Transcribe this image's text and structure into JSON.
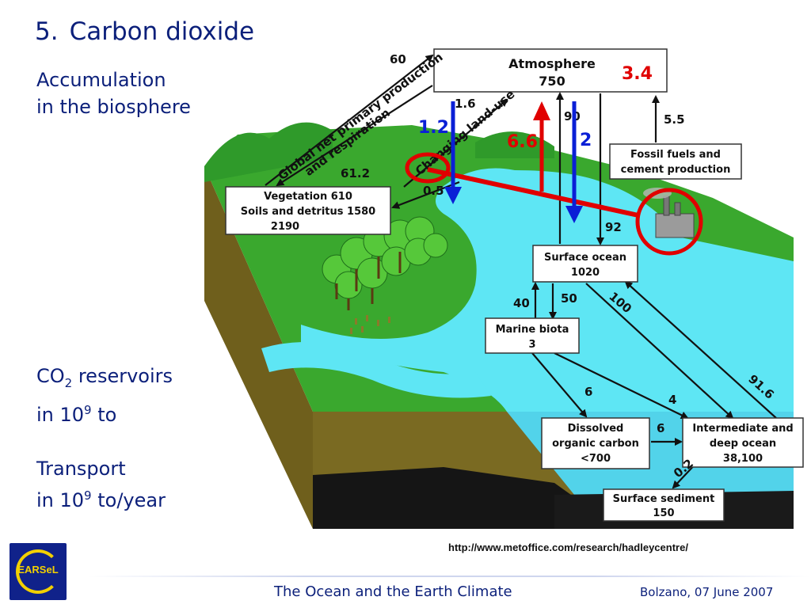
{
  "slide": {
    "number": "5.",
    "title": "Carbon dioxide",
    "subtitle_line1": "Accumulation",
    "subtitle_line2": "in the biosphere",
    "reservoirs_prefix": "CO",
    "reservoirs_sub": "2",
    "reservoirs_suffix": "reservoirs",
    "reservoirs_line2_prefix": "in 10",
    "reservoirs_exp": "9",
    "reservoirs_unit": "to",
    "transport_line1": "Transport",
    "transport_line2_prefix": "in 10",
    "transport_exp": "9",
    "transport_unit": "to/year"
  },
  "boxes": {
    "atmosphere": {
      "title": "Atmosphere",
      "value": "750"
    },
    "vegetation": {
      "line1": "Vegetation 610",
      "line2": "Soils and detritus 1580",
      "line3": "2190"
    },
    "fossil": {
      "line1": "Fossil fuels and",
      "line2": "cement production"
    },
    "surface_ocean": {
      "title": "Surface ocean",
      "value": "1020"
    },
    "marine_biota": {
      "title": "Marine biota",
      "value": "3"
    },
    "dissolved": {
      "line1": "Dissolved",
      "line2": "organic carbon",
      "line3": "<700"
    },
    "deep_ocean": {
      "line1": "Intermediate and",
      "line2": "deep ocean",
      "line3": "38,100"
    },
    "sediment": {
      "title": "Surface sediment",
      "value": "150"
    }
  },
  "flows": {
    "npp": "60",
    "npp_label_line1": "Global net primary production",
    "npp_label_line2": "and respiration",
    "veg_return": "61.2",
    "land_use_label": "Changing land-use",
    "land_use": "1.6",
    "land_return": "0.5",
    "atm_ocean_down": "90",
    "ocean_atm_up": "92",
    "fossil": "5.5",
    "biota_up": "40",
    "biota_down": "50",
    "ocean_deep": "100",
    "deep_ocean_up": "91.6",
    "biota_doc": "6",
    "biota_deep": "4",
    "doc_deep": "6",
    "deep_sediment": "0.2"
  },
  "annotations": {
    "blue_left": "1.2",
    "red_up": "6.6",
    "blue_right": "2",
    "red_total": "3.4"
  },
  "colors": {
    "title": "#0b1f7a",
    "highlight_red": "#e00000",
    "highlight_blue": "#0a1fd6",
    "ocean": "#5ee6f4",
    "land": "#3aa82e",
    "soil": "#7a6a22"
  },
  "footer": {
    "url": "http://www.metoffice.com/research/hadleycentre/",
    "logo_text": "EARSeL",
    "title": "The Ocean and the Earth Climate",
    "date": "Bolzano, 07 June 2007"
  }
}
